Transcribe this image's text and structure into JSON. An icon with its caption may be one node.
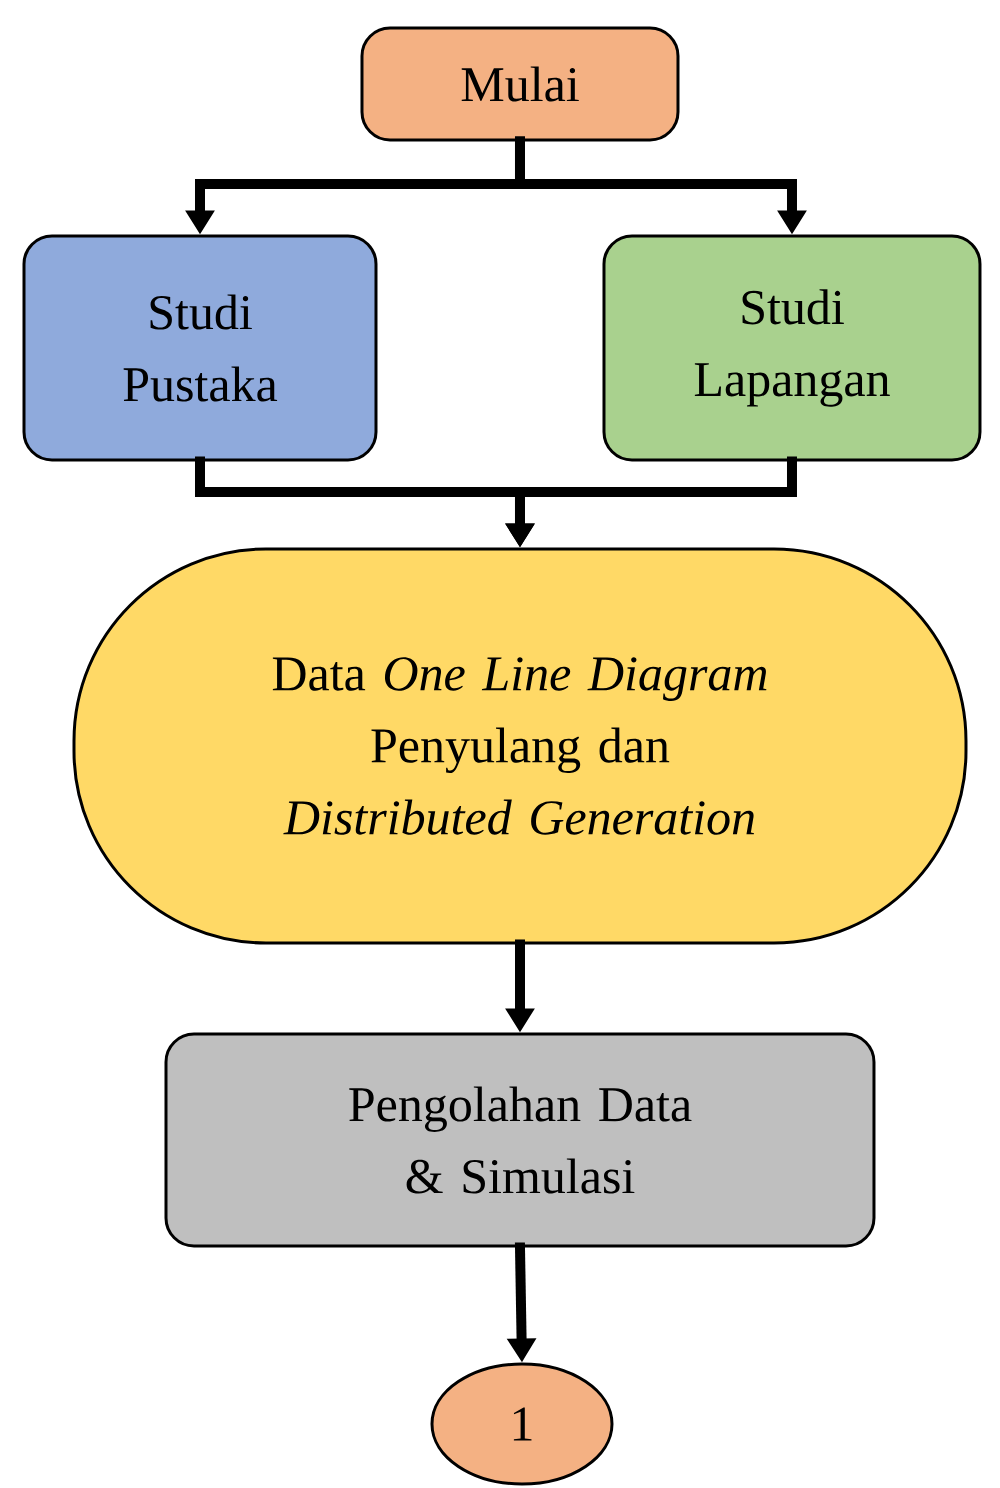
{
  "diagram": {
    "nodes": [
      {
        "text": [
          "Mulai"
        ]
      },
      {
        "text": [
          "Studi Pustaka"
        ]
      },
      {
        "text": [
          "Studi Lapangan"
        ]
      },
      {
        "text": [
          "Data *One Line Diagram* Penyulang dan *Distributed Generation*"
        ]
      },
      {
        "text": [
          "Pengolahan Data & Simulasi"
        ]
      },
      {
        "text": [
          "1"
        ]
      }
    ],
    "edges": [
      {
        "from": 0,
        "to": 1,
        "arrow": "to"
      },
      {
        "from": 0,
        "to": 2,
        "arrow": "to"
      },
      {
        "from": 1,
        "to": 3,
        "arrow": "to"
      },
      {
        "from": 2,
        "to": 3,
        "arrow": "to"
      },
      {
        "from": 3,
        "to": 4,
        "arrow": "to"
      },
      {
        "from": 4,
        "to": 5,
        "arrow": "to"
      }
    ]
  }
}
